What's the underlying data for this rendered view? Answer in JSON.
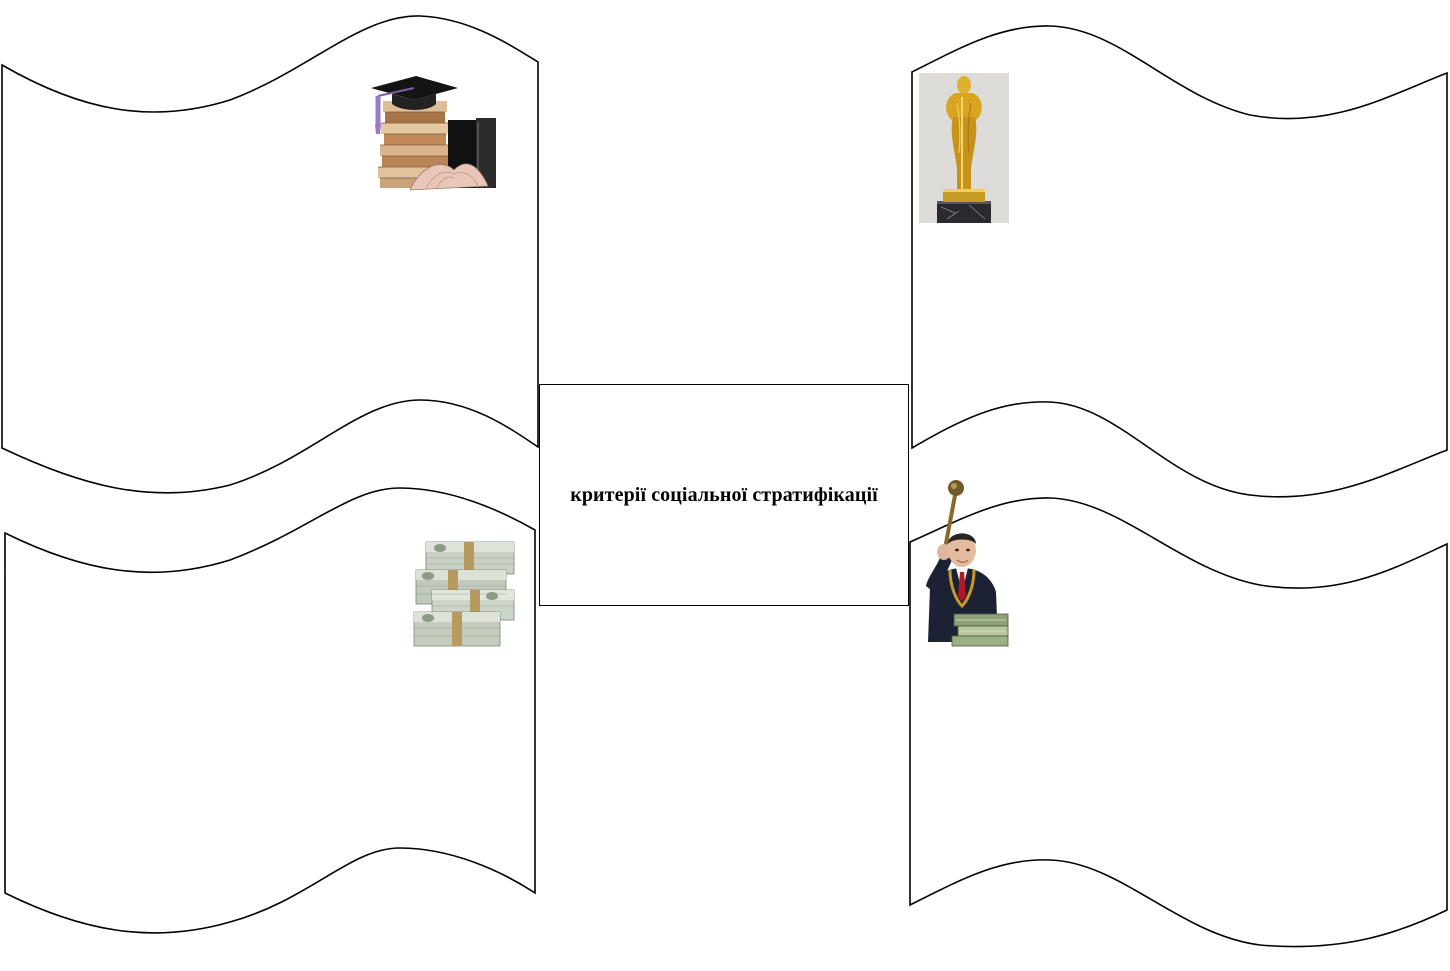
{
  "diagram": {
    "center_title": "критерії соціальної стратифікації",
    "banners": [
      {
        "id": "education",
        "icon": "graduation-cap-books-icon"
      },
      {
        "id": "prestige",
        "icon": "trophy-statuette-icon"
      },
      {
        "id": "income",
        "icon": "money-stacks-icon"
      },
      {
        "id": "power",
        "icon": "politician-with-mace-icon"
      }
    ]
  },
  "colors": {
    "stroke": "#000000",
    "background": "#ffffff",
    "gold": "#d4a017",
    "money_green": "#8fa88a",
    "suit": "#1c2233"
  }
}
